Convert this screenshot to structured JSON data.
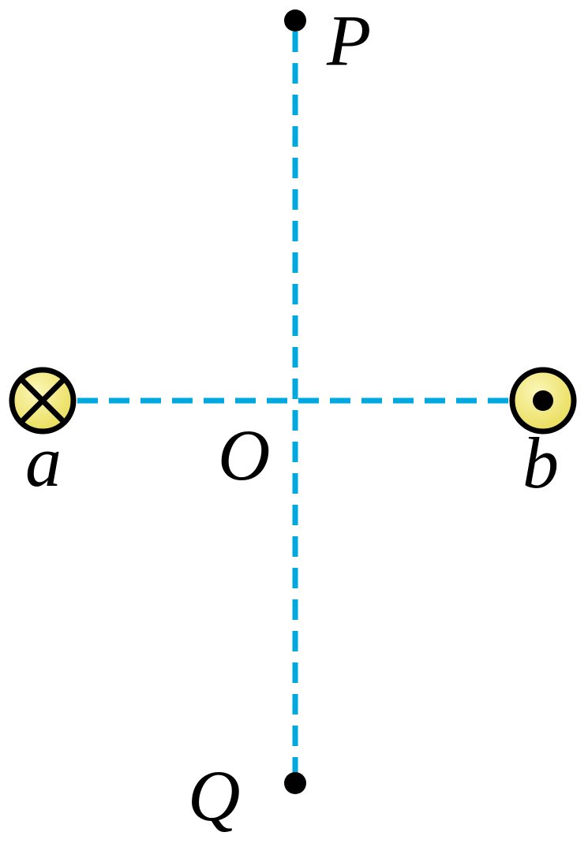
{
  "labels": {
    "p": "P",
    "q": "Q",
    "o": "O",
    "a": "a",
    "b": "b"
  },
  "icons": {
    "wire_a": "current-into-page-icon",
    "wire_b": "current-out-of-page-icon"
  },
  "colors": {
    "dashed_line": "#00a8e0",
    "wire_fill": "#f2e67a",
    "stroke": "#000000"
  }
}
